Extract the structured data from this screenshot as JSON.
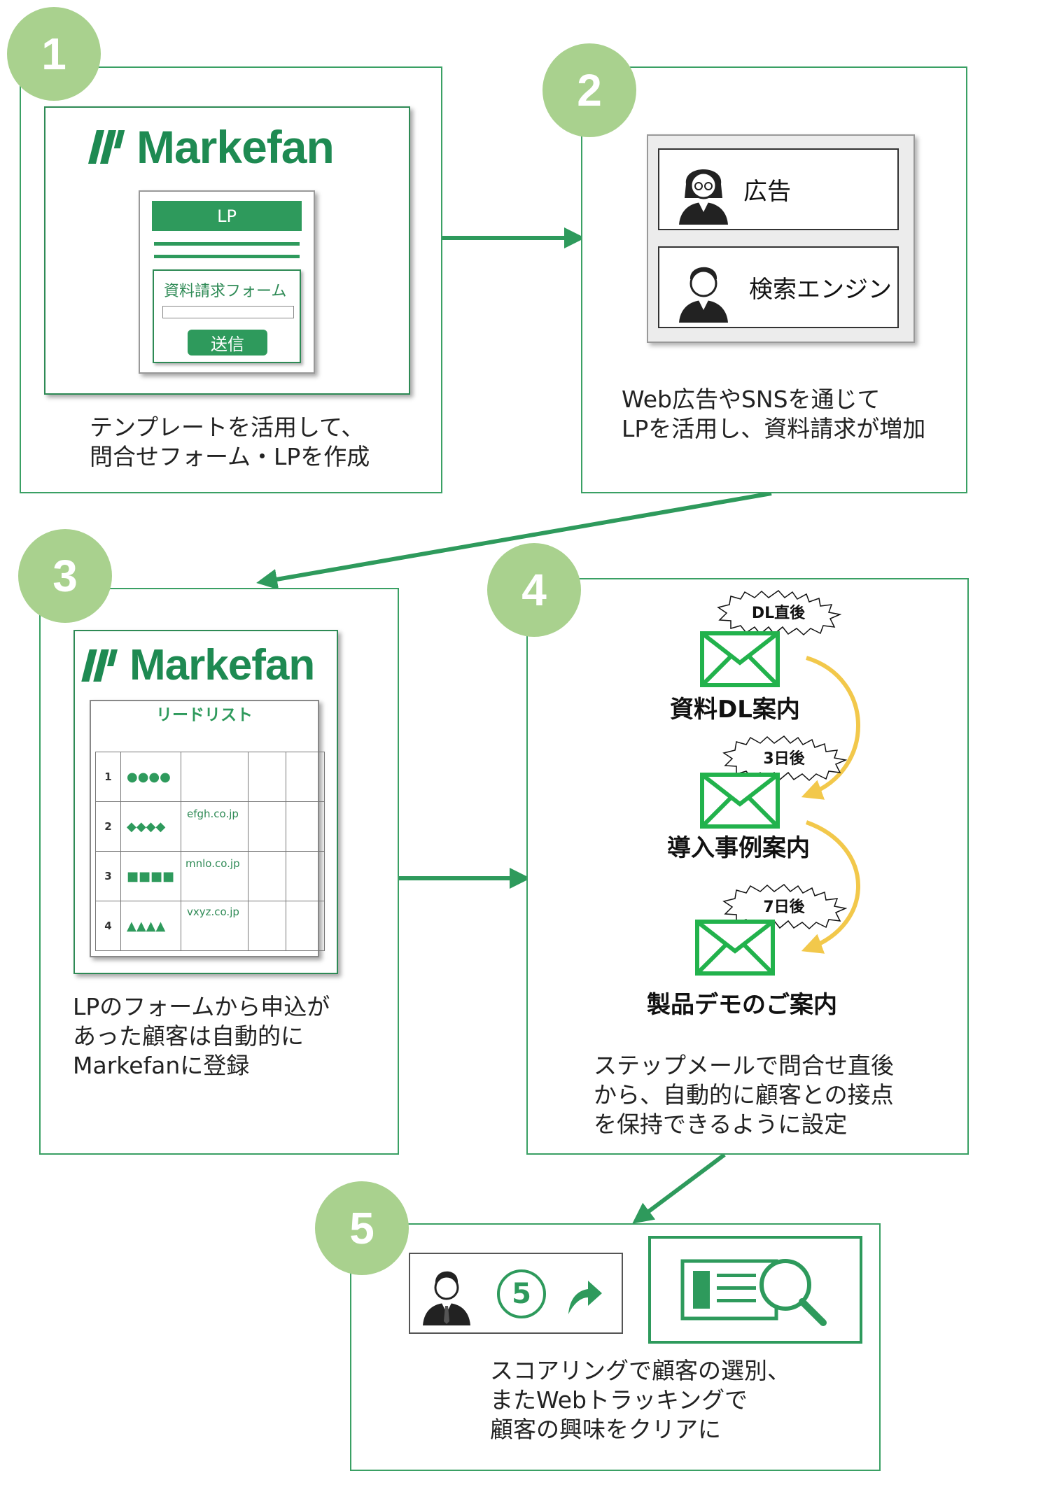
{
  "steps": [
    {
      "number": "1",
      "caption": "テンプレートを活用して、\n問合せフォーム・LPを作成"
    },
    {
      "number": "2",
      "caption": "Web広告やSNSを通じて\nLPを活用し、資料請求が増加"
    },
    {
      "number": "3",
      "caption": "LPのフォームから申込が\nあった顧客は自動的に\nMarkefanに登録"
    },
    {
      "number": "4",
      "caption": "ステップメールで問合せ直後\nから、自動的に顧客との接点\nを保持できるように設定"
    },
    {
      "number": "5",
      "caption": "スコアリングで顧客の選別、\nまたWebトラッキングで\n顧客の興味をクリアに"
    }
  ],
  "brand": "Markefan",
  "lp_mock": {
    "header": "LP",
    "form_title": "資料請求フォーム",
    "submit": "送信"
  },
  "channels": [
    {
      "label": "広告",
      "icon": "woman-avatar-icon"
    },
    {
      "label": "検索エンジン",
      "icon": "man-avatar-icon"
    }
  ],
  "lead_list": {
    "title": "リードリスト",
    "rows": [
      {
        "no": "1",
        "name": "●●●●",
        "domain": ""
      },
      {
        "no": "2",
        "name": "◆◆◆◆",
        "domain": "efgh.co.jp"
      },
      {
        "no": "3",
        "name": "■■■■",
        "domain": "mnlo.co.jp"
      },
      {
        "no": "4",
        "name": "▲▲▲▲",
        "domain": "vxyz.co.jp"
      }
    ]
  },
  "step_mails": [
    {
      "timing": "DL直後",
      "label": "資料DL案内"
    },
    {
      "timing": "3日後",
      "label": "導入事例案内"
    },
    {
      "timing": "7日後",
      "label": "製品デモのご案内"
    }
  ],
  "scoring": {
    "score": "5",
    "icons": [
      "businessman-icon",
      "score-circle-icon",
      "up-arrow-icon",
      "web-tracking-search-icon"
    ]
  },
  "colors": {
    "panel_border": "#3aa064",
    "badge": "#a9d18e",
    "brand_green": "#1e8a52",
    "arrow": "#2e9a5c",
    "curve_arrow": "#f2c84b"
  }
}
